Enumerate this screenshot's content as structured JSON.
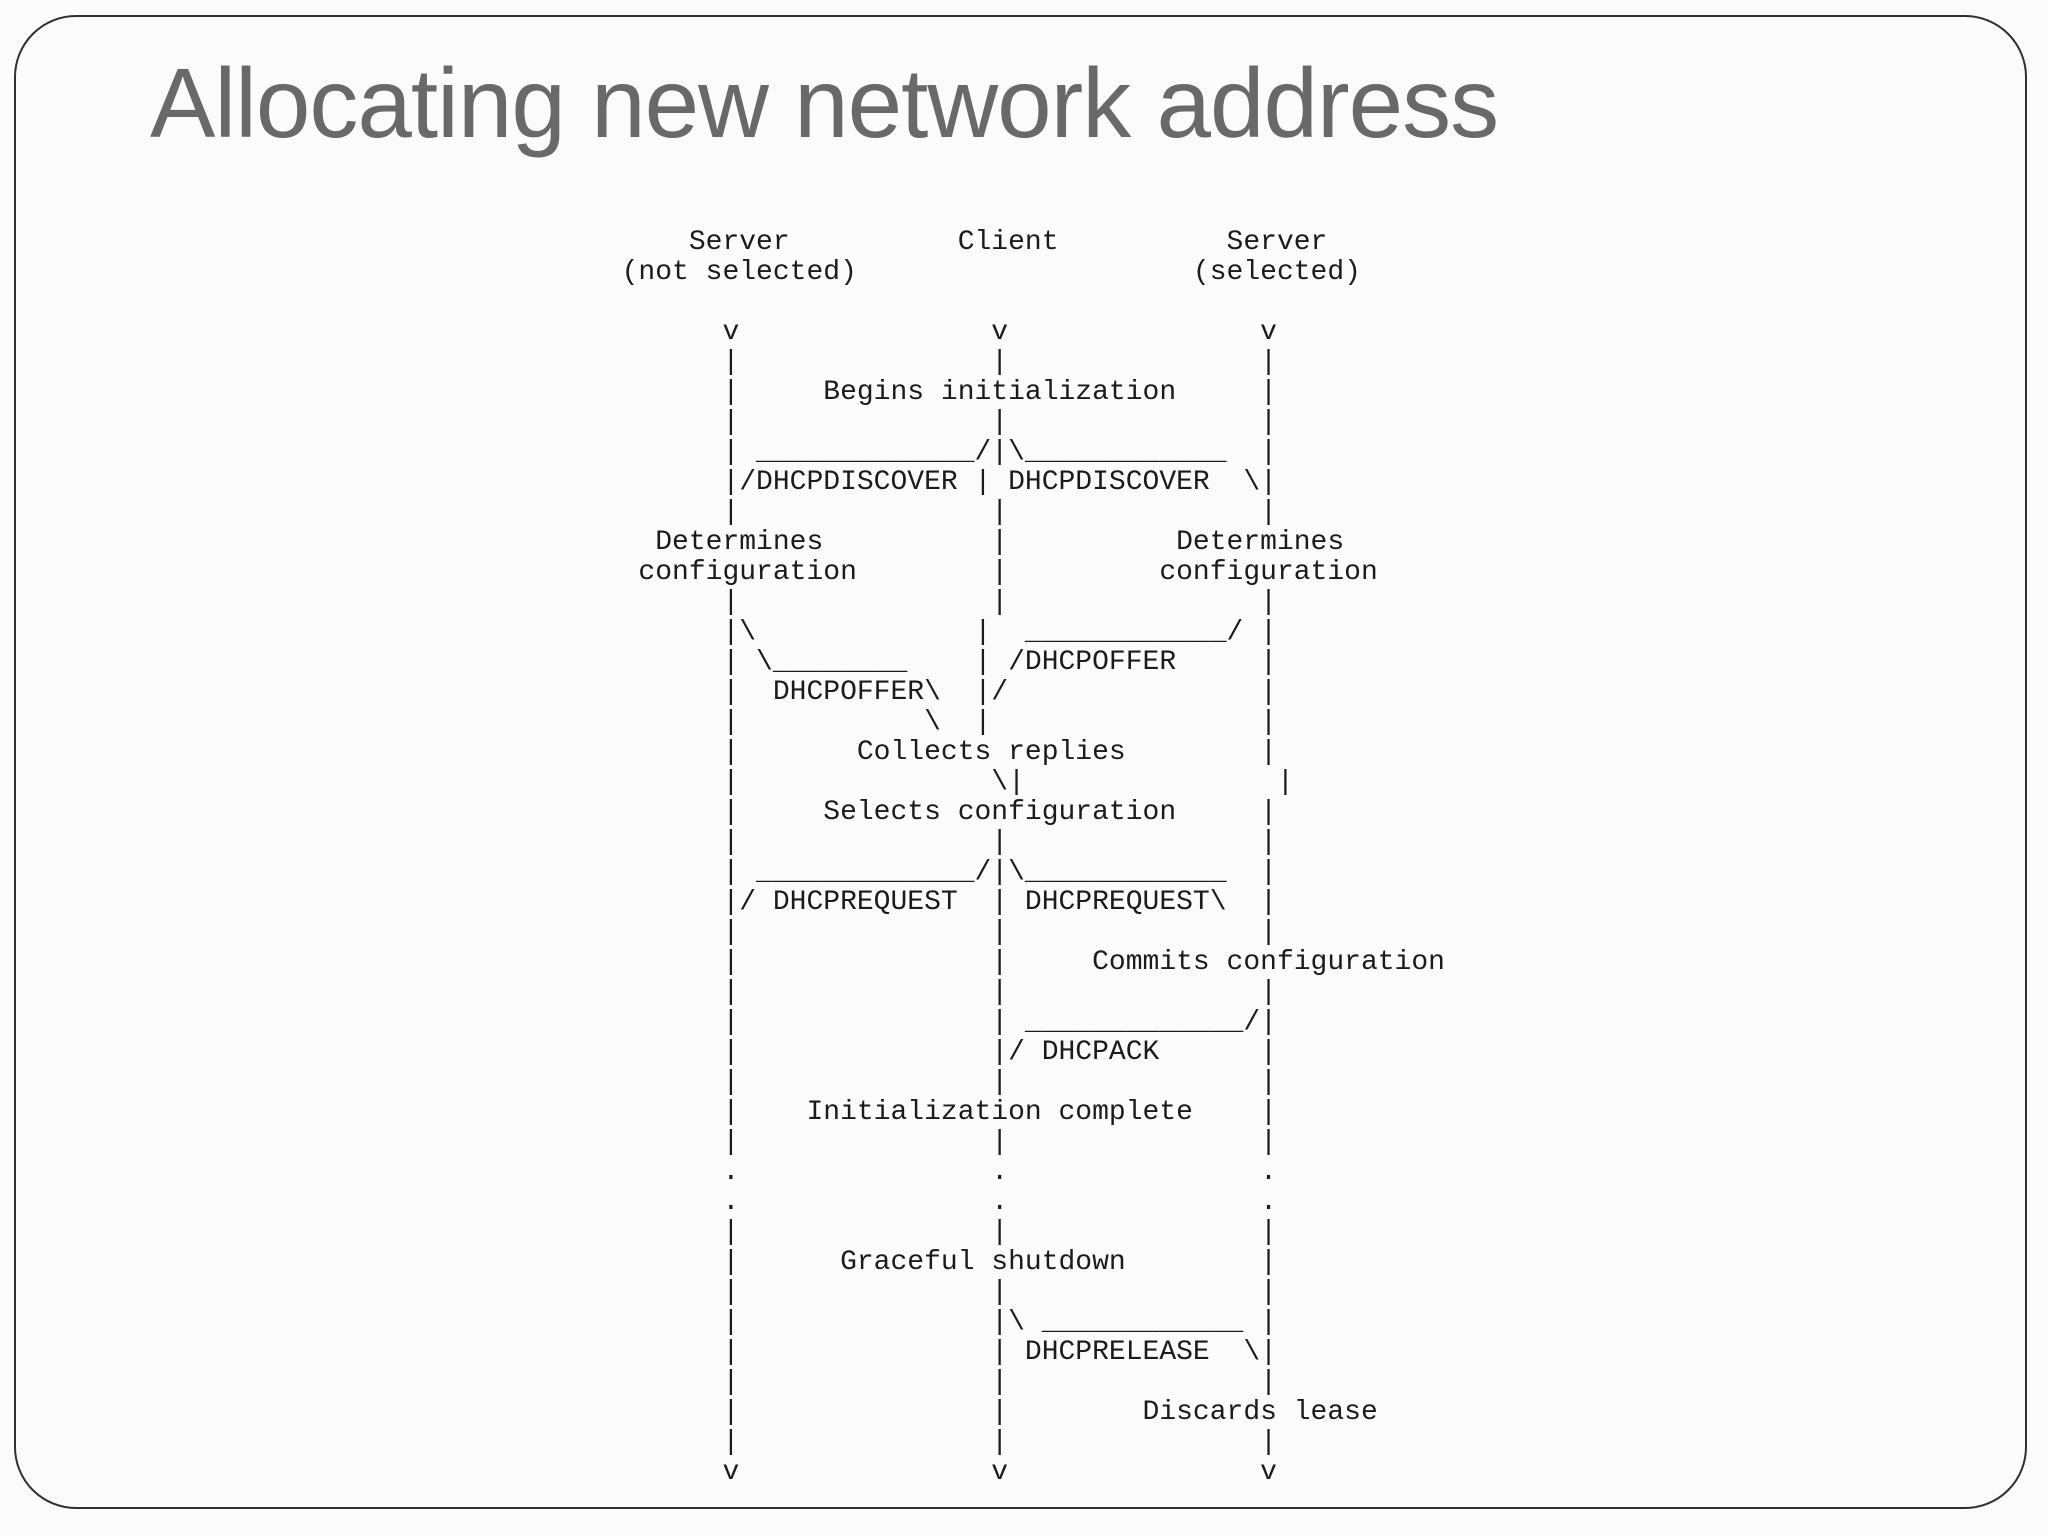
{
  "slide": {
    "title": "Allocating new network address",
    "colors": {
      "background": "#fbfbfb",
      "border": "#303030",
      "title_text": "#696969",
      "diagram_text": "#1b1b1b"
    },
    "diagram": {
      "participants": [
        {
          "label": "Server",
          "sublabel": "(not selected)"
        },
        {
          "label": "Client",
          "sublabel": ""
        },
        {
          "label": "Server",
          "sublabel": "(selected)"
        }
      ],
      "messages": [
        "DHCPDISCOVER",
        "DHCPOFFER",
        "DHCPREQUEST",
        "DHCPACK",
        "DHCPRELEASE"
      ],
      "client_events": [
        "Begins initialization",
        "Collects replies",
        "Selects configuration",
        "Initialization complete",
        "Graceful shutdown"
      ],
      "server_events": [
        "Determines configuration",
        "Determines configuration",
        "Commits configuration",
        "Discards lease"
      ],
      "ascii_lines": [
        "                Server          Client          Server",
        "            (not selected)                    (selected)",
        "",
        "                  v               v               v",
        "                  |               |               |",
        "                  |     Begins initialization     |",
        "                  |               |               |",
        "                  | _____________/|\\____________  |",
        "                  |/DHCPDISCOVER | DHCPDISCOVER  \\|",
        "                  |               |               |",
        "              Determines          |          Determines",
        "             configuration        |         configuration",
        "                  |               |               |",
        "                  |\\             |  ____________/ |",
        "                  | \\________    | /DHCPOFFER     |",
        "                  |  DHCPOFFER\\  |/               |",
        "                  |           \\  |                |",
        "                  |       Collects replies        |",
        "                  |               \\|               |",
        "                  |     Selects configuration     |",
        "                  |               |               |",
        "                  | _____________/|\\____________  |",
        "                  |/ DHCPREQUEST  | DHCPREQUEST\\  |",
        "                  |               |               |",
        "                  |               |     Commits configuration",
        "                  |               |               |",
        "                  |               | _____________/|",
        "                  |               |/ DHCPACK      |",
        "                  |               |               |",
        "                  |    Initialization complete    |",
        "                  |               |               |",
        "                  .               .               .",
        "                  .               .               .",
        "                  |               |               |",
        "                  |      Graceful shutdown        |",
        "                  |               |               |",
        "                  |               |\\ ____________ |",
        "                  |               | DHCPRELEASE  \\|",
        "                  |               |               |",
        "                  |               |        Discards lease",
        "                  |               |               |",
        "                  v               v               v"
      ]
    }
  }
}
